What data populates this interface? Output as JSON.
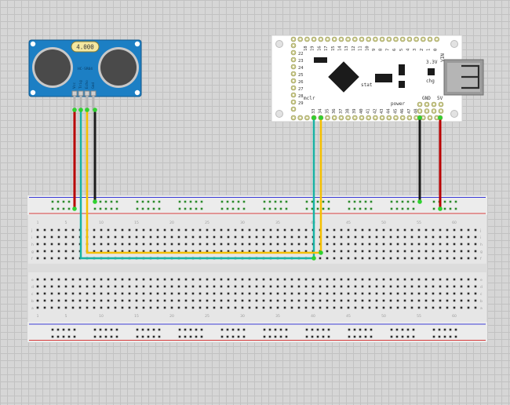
{
  "sensor": {
    "crystal_label": "4.000",
    "model_label": "HC-SR04",
    "pins": [
      "Vcc",
      "Trig",
      "Echo",
      "Gnd"
    ]
  },
  "board": {
    "top_pins": [
      "18",
      "19",
      "16",
      "17",
      "15",
      "14",
      "13",
      "12",
      "11",
      "10",
      "9",
      "8",
      "7",
      "6",
      "5",
      "4",
      "3",
      "2",
      "1",
      "0"
    ],
    "left_pins": [
      "22",
      "23",
      "24",
      "25",
      "26",
      "27",
      "28",
      "29"
    ],
    "bottom_pins": [
      "33",
      "34",
      "35",
      "36",
      "37",
      "38",
      "39",
      "40",
      "41",
      "42",
      "43",
      "44",
      "45",
      "46",
      "47",
      "48"
    ],
    "mclr_label": "mclr",
    "stat_label": "stat",
    "chg_label": "chg",
    "power_label": "power",
    "v33_label": "3.3V",
    "vin_label": "VIN",
    "gnd_label": "GND",
    "v5_label": "5V"
  },
  "breadboard": {
    "row_letters_top": [
      "j",
      "i",
      "h",
      "g",
      "f"
    ],
    "row_letters_bottom": [
      "e",
      "d",
      "c",
      "b",
      "a"
    ],
    "column_numbers": [
      "1",
      "5",
      "10",
      "15",
      "20",
      "25",
      "30",
      "35",
      "40",
      "45",
      "50",
      "55",
      "60"
    ]
  },
  "colors": {
    "wire_red": "#b80000",
    "wire_black": "#1b1b1b",
    "wire_yellow": "#f5c000",
    "wire_teal": "#19b3a4",
    "sensor_blue": "#1c7fc4",
    "board_white": "#ffffff",
    "breadboard": "#e6e6e6"
  }
}
